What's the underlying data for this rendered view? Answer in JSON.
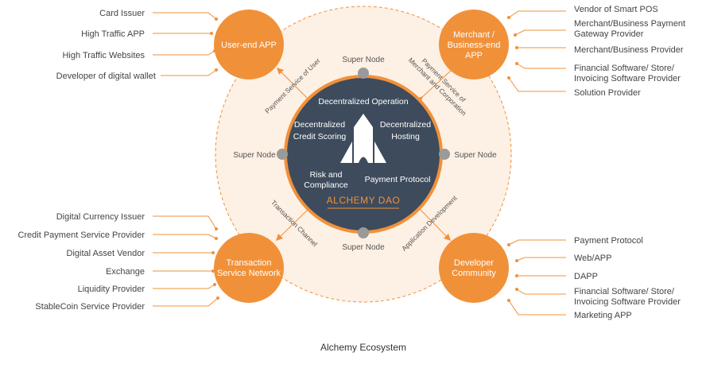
{
  "colors": {
    "orange": "#f0913a",
    "core": "#3d4b5c",
    "ring_fill": "#fdf0e4",
    "super_node": "#9a9a9a"
  },
  "core": {
    "top": "Decentralized Operation",
    "left": [
      "Decentralized",
      "Credit Scoring"
    ],
    "right": [
      "Decentralized",
      "Hosting"
    ],
    "bottom_left": [
      "Risk and",
      "Compliance"
    ],
    "bottom_right": "Payment Protocol",
    "title": "ALCHEMY DAO",
    "logo_icon": "alchemy-logo-icon"
  },
  "super_nodes": [
    "Super Node",
    "Super Node",
    "Super Node",
    "Super Node"
  ],
  "edges": {
    "top_left": "Payment Service of User",
    "top_right": [
      "Payment Service of",
      "Merchant and Corporation"
    ],
    "bottom_left": "Transaction Channel",
    "bottom_right": "Application Development"
  },
  "nodes": {
    "user": {
      "lines": [
        "User-end APP"
      ],
      "items": [
        "Card Issuer",
        "High Traffic APP",
        "High Traffic Websites",
        "Developer of digital wallet"
      ]
    },
    "merchant": {
      "lines": [
        "Merchant /",
        "Business-end",
        "APP"
      ],
      "items": [
        [
          "Vendor of Smart POS"
        ],
        [
          "Merchant/Business Payment",
          "Gateway Provider"
        ],
        [
          "Merchant/Business Provider"
        ],
        [
          "Financial Software/ Store/",
          "Invoicing Software Provider"
        ],
        [
          "Solution Provider"
        ]
      ]
    },
    "transaction": {
      "lines": [
        "Transaction",
        "Service Network"
      ],
      "items": [
        "Digital Currency Issuer",
        "Credit Payment Service Provider",
        "Digital Asset Vendor",
        "Exchange",
        "Liquidity Provider",
        "StableCoin Service Provider"
      ]
    },
    "developer": {
      "lines": [
        "Developer",
        "Community"
      ],
      "items": [
        [
          "Payment Protocol"
        ],
        [
          "Web/APP"
        ],
        [
          "DAPP"
        ],
        [
          "Financial Software/ Store/",
          "Invoicing Software Provider"
        ],
        [
          "Marketing APP"
        ]
      ]
    }
  },
  "caption": "Alchemy Ecosystem"
}
